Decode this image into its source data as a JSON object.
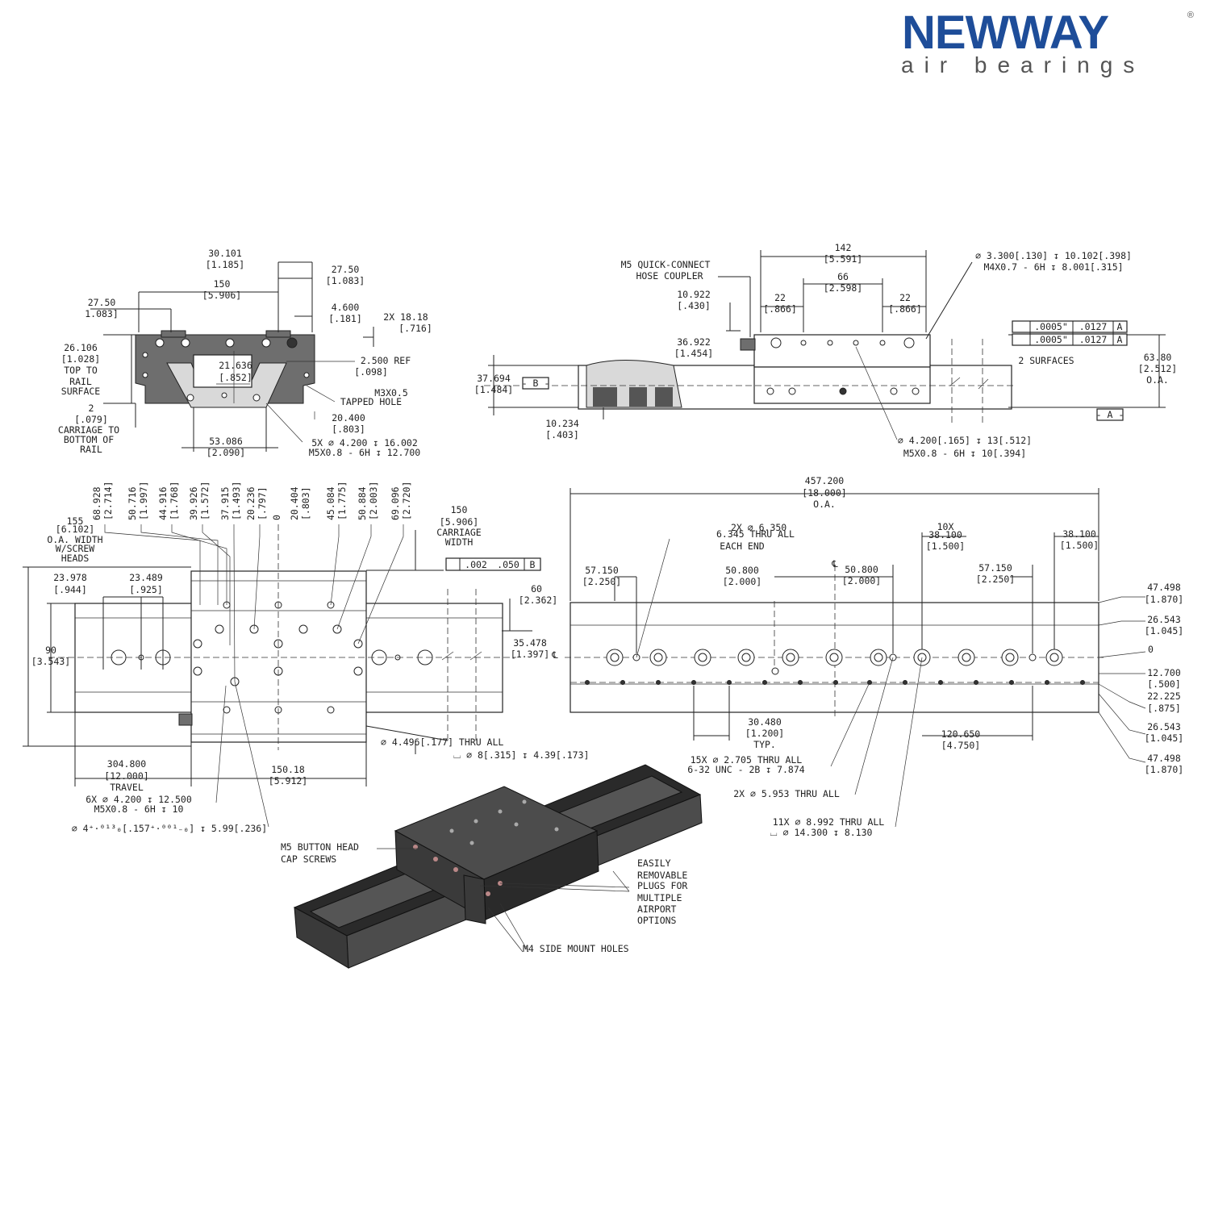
{
  "logo": {
    "brand": "NEWWAY",
    "tagline": "air bearings",
    "registered": "®"
  },
  "end_view": {
    "d1": "30.101",
    "d1i": "[1.185]",
    "d2": "27.50",
    "d2i": "[1.083]",
    "d3": "150",
    "d3i": "[5.906]",
    "d4": "27.50",
    "d4i": "1.083]",
    "d5": "4.600",
    "d5i": "[.181]",
    "d6": "2X  18.18",
    "d6i": "[.716]",
    "d7": "26.106",
    "d7i": "[1.028]",
    "d7a": "TOP TO",
    "d7b": "RAIL",
    "d7c": "SURFACE",
    "d8": "21.636",
    "d8i": "[.852]",
    "d9": "2.500  REF",
    "d9i": "[.098]",
    "d10": "M3X0.5",
    "d10b": "TAPPED HOLE",
    "d11": "2",
    "d11i": "[.079]",
    "d11a": "CARRIAGE TO",
    "d11b": "BOTTOM OF",
    "d11c": "RAIL",
    "d12": "20.400",
    "d12i": "[.803]",
    "d13": "53.086",
    "d13i": "[2.090]",
    "d14": "5X  ⌀  4.200  ↧  16.002",
    "d14b": "M5X0.8  -  6H  ↧  12.700"
  },
  "side_view": {
    "a1": "142",
    "a1i": "[5.591]",
    "a2": "66",
    "a2i": "[2.598]",
    "a3": "22",
    "a3i": "[.866]",
    "a4": "22",
    "a4i": "[.866]",
    "a5": "M5  QUICK-CONNECT",
    "a5b": "HOSE  COUPLER",
    "a6": "10.922",
    "a6i": "[.430]",
    "a7": "36.922",
    "a7i": "[1.454]",
    "a8": "37.694",
    "a8i": "[1.484]",
    "a9": "10.234",
    "a9i": "[.403]",
    "a10": "⌀  3.300[.130]  ↧  10.102[.398]",
    "a10b": "M4X0.7  -  6H  ↧  8.001[.315]",
    "a11": ".0005\"",
    "a11b": ".0127",
    "a11c": "A",
    "a12": ".0005\"",
    "a12b": ".0127",
    "a12c": "A",
    "a13": "2  SURFACES",
    "a14": "63.80",
    "a14i": "[2.512]",
    "a14o": "O.A.",
    "a15": "⌀  4.200[.165]  ↧  13[.512]",
    "a15b": "M5X0.8  -  6H  ↧  10[.394]",
    "datumB": "- B -",
    "datumA": "- A -"
  },
  "top_view": {
    "cols": [
      {
        "v": "68.928",
        "i": "[2.714]"
      },
      {
        "v": "50.716",
        "i": "[1.997]"
      },
      {
        "v": "44.916",
        "i": "[1.768]"
      },
      {
        "v": "39.926",
        "i": "[1.572]"
      },
      {
        "v": "37.915",
        "i": "[1.493]"
      },
      {
        "v": "20.236",
        "i": "[.797]"
      },
      {
        "v": "0",
        "i": ""
      },
      {
        "v": "20.404",
        "i": "[.803]"
      },
      {
        "v": "45.084",
        "i": "[1.775]"
      },
      {
        "v": "50.884",
        "i": "[2.003]"
      },
      {
        "v": "69.096",
        "i": "[2.720]"
      }
    ],
    "b1": "155",
    "b1i": "[6.102]",
    "b1a": "O.A.  WIDTH",
    "b1b": "W/SCREW",
    "b1c": "HEADS",
    "b2": "150",
    "b2i": "[5.906]",
    "b2a": "CARRIAGE",
    "b2b": "WIDTH",
    "b3": ".002",
    "b3b": ".050",
    "b3c": "B",
    "b4": "23.978",
    "b4i": "[.944]",
    "b5": "23.489",
    "b5i": "[.925]",
    "b6": "60",
    "b6i": "[2.362]",
    "b7": "90",
    "b7i": "[3.543]",
    "b8": "35.478",
    "b8i": "[1.397]",
    "b9": "⌀  4.496[.177]  THRU  ALL",
    "b9b": "⌴ ⌀  8[.315]  ↧  4.39[.173]",
    "b10": "304.800",
    "b10i": "[12.000]",
    "b10a": "TRAVEL",
    "b11": "150.18",
    "b11i": "[5.912]",
    "b12": "6X  ⌀  4.200  ↧  12.500",
    "b12b": "M5X0.8  -  6H  ↧  10",
    "b13": "⌀  4⁺·⁰¹³₀[.157⁺·⁰⁰¹₋₀]  ↧  5.99[.236]"
  },
  "rail_view": {
    "c1": "457.200",
    "c1i": "[18.000]",
    "c1o": "O.A.",
    "c2": "2X  ⌀  6.350",
    "c2b": "6.345  THRU  ALL",
    "c2c": "EACH  END",
    "c3": "10X",
    "c3b": "38.100",
    "c3i": "[1.500]",
    "c4": "38.100",
    "c4i": "[1.500]",
    "c5": "57.150",
    "c5i": "[2.250]",
    "c6": "50.800",
    "c6i": "[2.000]",
    "c7": "50.800",
    "c7i": "[2.000]",
    "c8": "57.150",
    "c8i": "[2.250]",
    "c9": "47.498",
    "c9i": "[1.870]",
    "c10": "26.543",
    "c10i": "[1.045]",
    "c11": "0",
    "c12": "12.700",
    "c12i": "[.500]",
    "c13": "22.225",
    "c13i": "[.875]",
    "c14": "26.543",
    "c14i": "[1.045]",
    "c15": "47.498",
    "c15i": "[1.870]",
    "c16": "30.480",
    "c16i": "[1.200]",
    "c16t": "TYP.",
    "c17": "120.650",
    "c17i": "[4.750]",
    "c18": "15X  ⌀  2.705  THRU  ALL",
    "c18b": "6-32  UNC  -  2B  ↧  7.874",
    "c19": "2X  ⌀  5.953  THRU  ALL",
    "c20": "11X  ⌀  8.992  THRU  ALL",
    "c20b": "⌴ ⌀  14.300  ↧  8.130"
  },
  "iso_view": {
    "n1": "M5  BUTTON  HEAD",
    "n1b": "CAP  SCREWS",
    "n2": "EASILY",
    "n2b": "REMOVABLE",
    "n2c": "PLUGS  FOR",
    "n2d": "MULTIPLE",
    "n2e": "AIRPORT",
    "n2f": "OPTIONS",
    "n3": "M4  SIDE  MOUNT  HOLES"
  },
  "symbols": {
    "centerline": "℄"
  }
}
